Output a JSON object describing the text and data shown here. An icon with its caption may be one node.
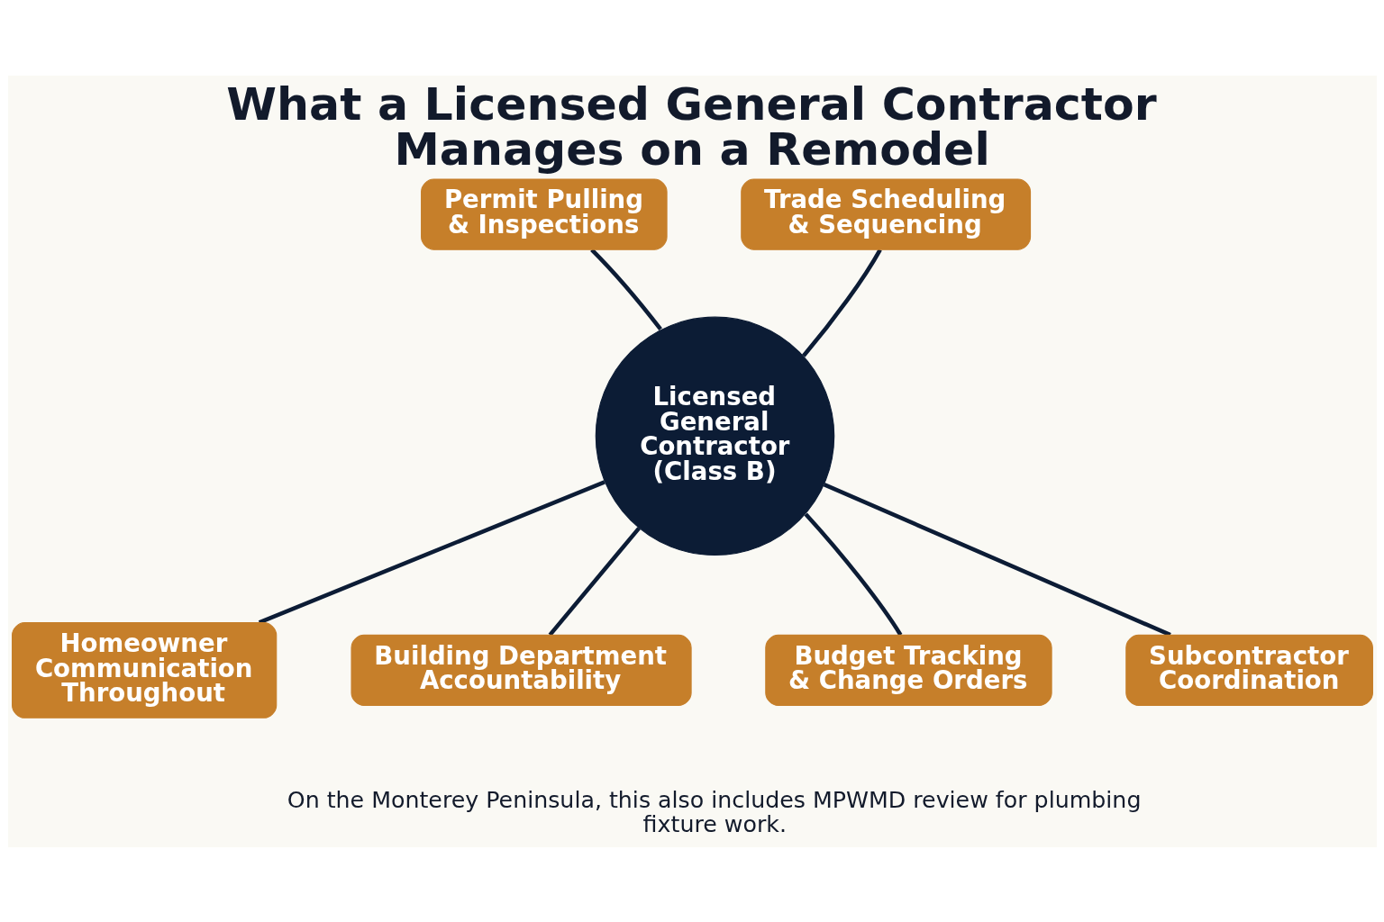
{
  "diagram": {
    "title": "What a Licensed General Contractor Manages on a Remodel",
    "caption": "On the Monterey Peninsula, this also includes MPWMD review for plumbing fixture work.",
    "nodes": [
      {
        "text": [
          "Permit Pulling & Inspections"
        ]
      },
      {
        "text": [
          "Trade Scheduling & Sequencing"
        ]
      },
      {
        "text": [
          "Licensed General Contractor (Class B)"
        ]
      },
      {
        "text": [
          "Homeowner Communication Throughout"
        ]
      },
      {
        "text": [
          "Subcontractor Coordination"
        ]
      },
      {
        "text": [
          "Building Department Accountability"
        ]
      },
      {
        "text": [
          "Budget Tracking & Change Orders"
        ]
      }
    ],
    "edges": [
      {
        "from": 2,
        "to": 0,
        "arrow": "none"
      },
      {
        "from": 2,
        "to": 1,
        "arrow": "none"
      },
      {
        "from": 2,
        "to": 3,
        "arrow": "none"
      },
      {
        "from": 2,
        "to": 4,
        "arrow": "none"
      },
      {
        "from": 2,
        "to": 5,
        "arrow": "none"
      },
      {
        "from": 2,
        "to": 6,
        "arrow": "none"
      }
    ]
  }
}
